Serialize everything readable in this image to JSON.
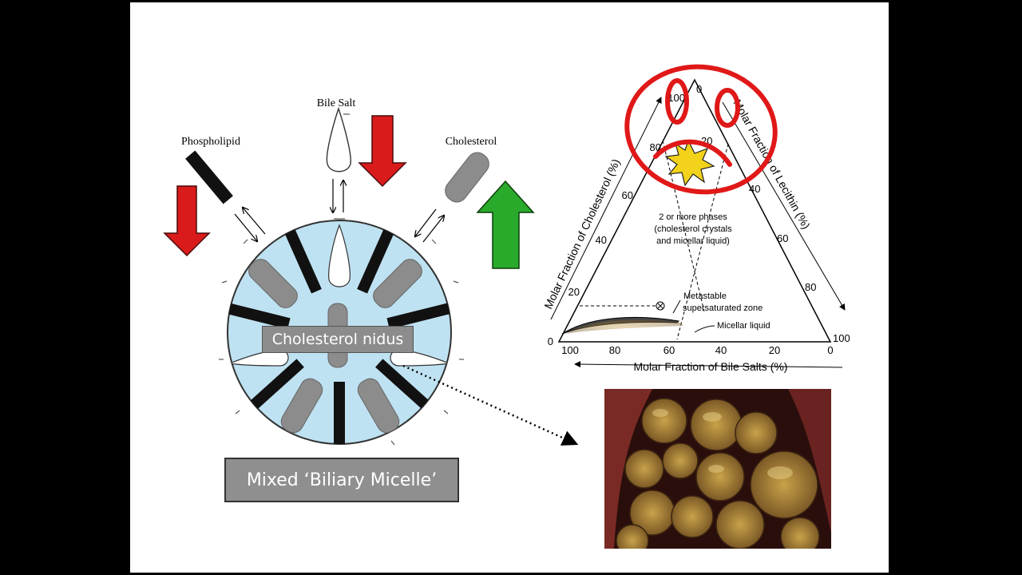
{
  "labels": {
    "bile_salt": "Bile Salt",
    "phospholipid": "Phospholipid",
    "cholesterol": "Cholesterol",
    "nidus": "Cholesterol nidus",
    "micelle": "Mixed ‘Biliary Micelle’"
  },
  "ternary": {
    "left_axis_label": "Molar Fraction of Cholesterol (%)",
    "right_axis_label": "Molar Fraction of Lecithin (%)",
    "bottom_axis_label": "Molar Fraction of Bile Salts (%)",
    "left_ticks": [
      "0",
      "20",
      "40",
      "60",
      "80",
      "100"
    ],
    "right_ticks": [
      "0",
      "20",
      "40",
      "60",
      "80",
      "100"
    ],
    "bottom_ticks": [
      "100",
      "80",
      "60",
      "40",
      "20",
      "0"
    ],
    "region_phases": [
      "2 or more phases",
      "(cholesterol crystals",
      "and micellar liquid)"
    ],
    "region_metastable": [
      "Metastable",
      "supersaturated zone"
    ],
    "region_micellar": "Micellar liquid"
  },
  "colors": {
    "arrow_down": "#d91b1b",
    "arrow_up": "#2aaa2a",
    "micelle_fill": "#bfe2f2",
    "annotation_red": "#e01818",
    "star_fill": "#f2d21a"
  },
  "icons": {
    "sad_face": "sad-face-icon",
    "explosion": "explosion-star-icon"
  }
}
